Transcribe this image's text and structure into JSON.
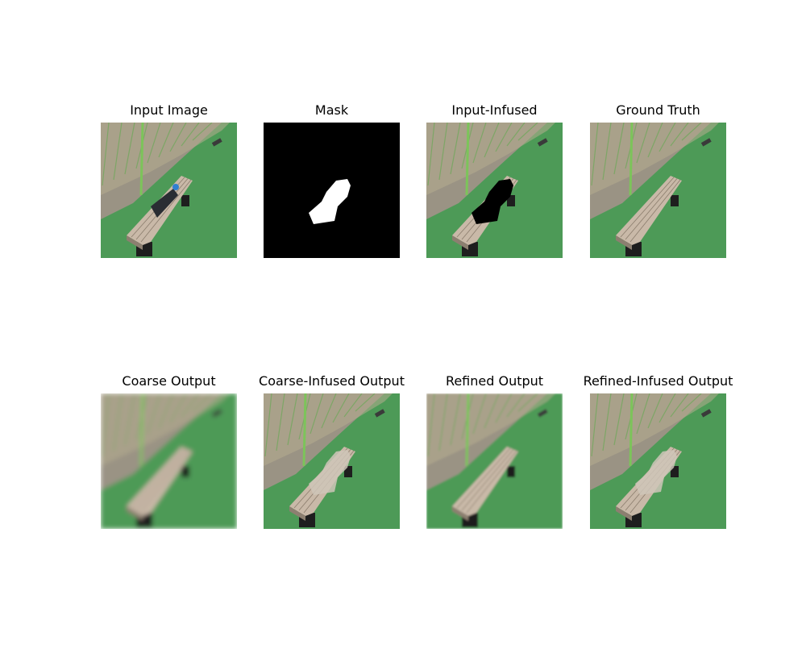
{
  "figure": {
    "panels": [
      {
        "title": "Input Image",
        "kind": "input"
      },
      {
        "title": "Mask",
        "kind": "mask"
      },
      {
        "title": "Input-Infused",
        "kind": "infused"
      },
      {
        "title": "Ground Truth",
        "kind": "gt"
      },
      {
        "title": "Coarse Output",
        "kind": "coarse"
      },
      {
        "title": "Coarse-Infused Output",
        "kind": "coarse-infused"
      },
      {
        "title": "Refined Output",
        "kind": "refined"
      },
      {
        "title": "Refined-Infused Output",
        "kind": "refined-infused"
      }
    ]
  },
  "colors": {
    "grass": "#4d9a57",
    "fence": "#6fa85a",
    "pole": "#7cc45a",
    "pavement": "#9a9384",
    "bench": "#c9b9a8",
    "mask_bg": "#000000",
    "mask_fg": "#ffffff"
  }
}
